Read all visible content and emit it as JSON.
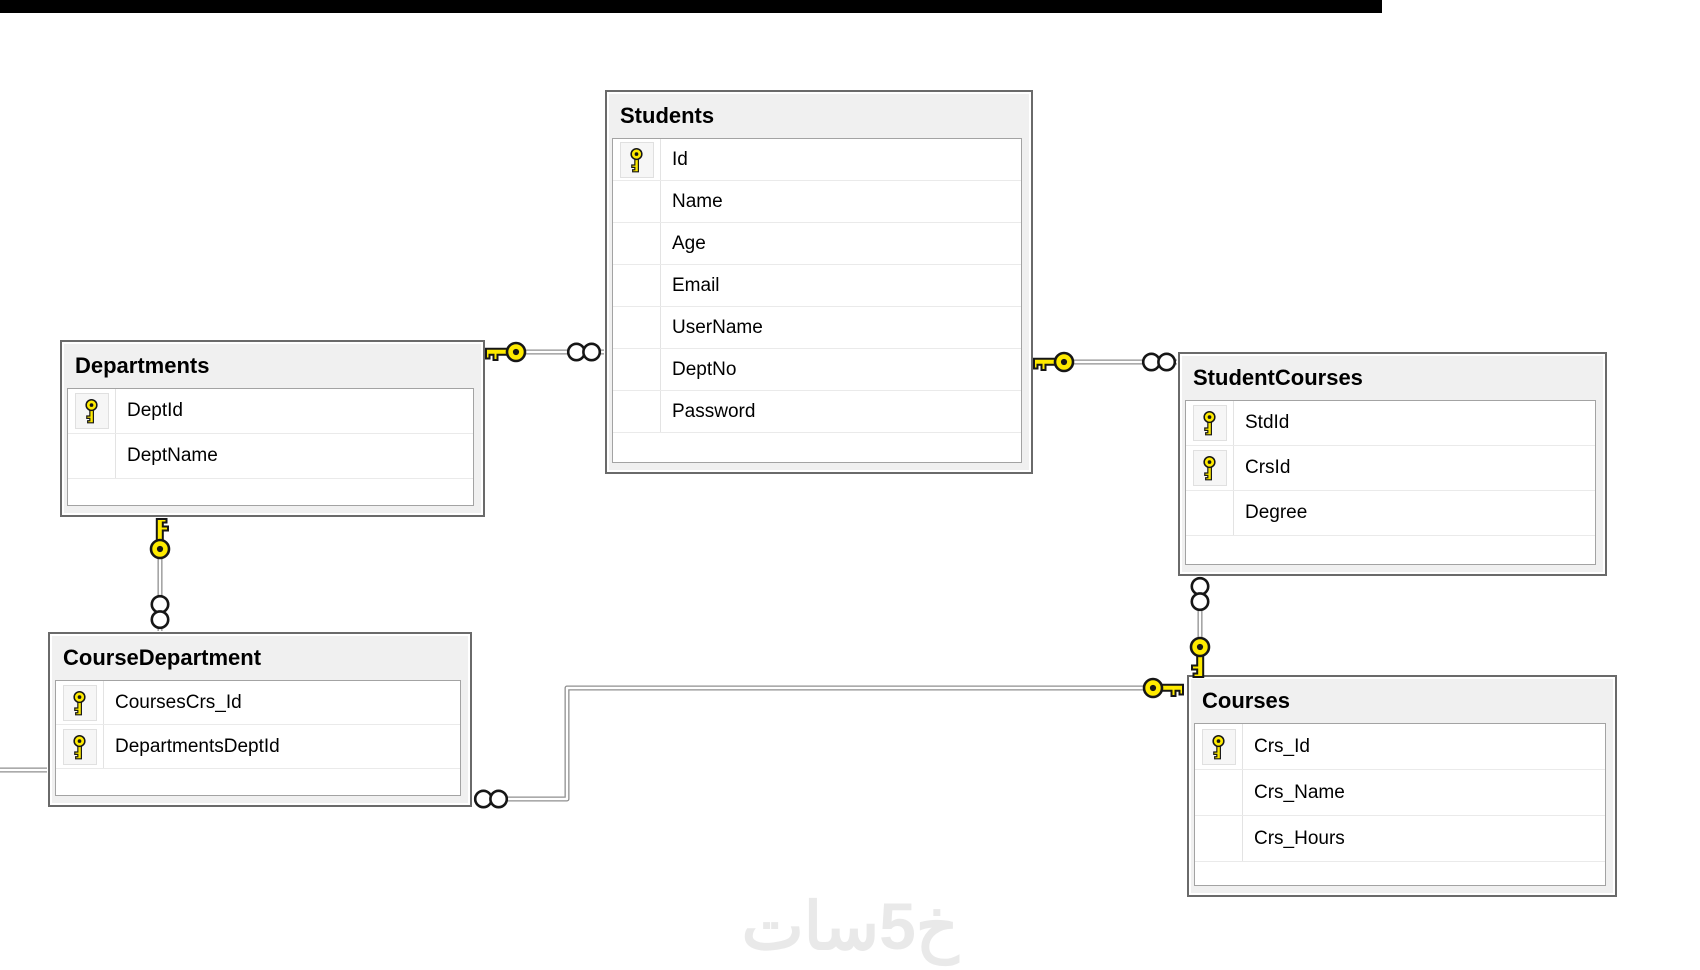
{
  "tables": [
    {
      "name": "Students",
      "fields": [
        {
          "label": "Id",
          "pk": true
        },
        {
          "label": "Name",
          "pk": false
        },
        {
          "label": "Age",
          "pk": false
        },
        {
          "label": "Email",
          "pk": false
        },
        {
          "label": "UserName",
          "pk": false
        },
        {
          "label": "DeptNo",
          "pk": false
        },
        {
          "label": "Password",
          "pk": false
        }
      ]
    },
    {
      "name": "Departments",
      "fields": [
        {
          "label": "DeptId",
          "pk": true
        },
        {
          "label": "DeptName",
          "pk": false
        }
      ]
    },
    {
      "name": "StudentCourses",
      "fields": [
        {
          "label": "StdId",
          "pk": true
        },
        {
          "label": "CrsId",
          "pk": true
        },
        {
          "label": "Degree",
          "pk": false
        }
      ]
    },
    {
      "name": "CourseDepartment",
      "fields": [
        {
          "label": "CoursesCrs_Id",
          "pk": true
        },
        {
          "label": "DepartmentsDeptId",
          "pk": true
        }
      ]
    },
    {
      "name": "Courses",
      "fields": [
        {
          "label": "Crs_Id",
          "pk": true
        },
        {
          "label": "Crs_Name",
          "pk": false
        },
        {
          "label": "Crs_Hours",
          "pk": false
        }
      ]
    }
  ],
  "relationships": [
    {
      "one": "Departments",
      "many": "Students"
    },
    {
      "one": "Students",
      "many": "StudentCourses"
    },
    {
      "one": "Departments",
      "many": "CourseDepartment"
    },
    {
      "one": "Courses",
      "many": "StudentCourses"
    },
    {
      "one": "Courses",
      "many": "CourseDepartment"
    }
  ],
  "watermark": {
    "text": "خ5سات",
    "color": "#e9e9e9"
  },
  "colors": {
    "key_yellow": "#ffeb00",
    "connector_gray": "#8f8f8f",
    "table_chrome": "#f0f0f0",
    "table_border": "#6a6a6a",
    "topbar": "#000000"
  }
}
